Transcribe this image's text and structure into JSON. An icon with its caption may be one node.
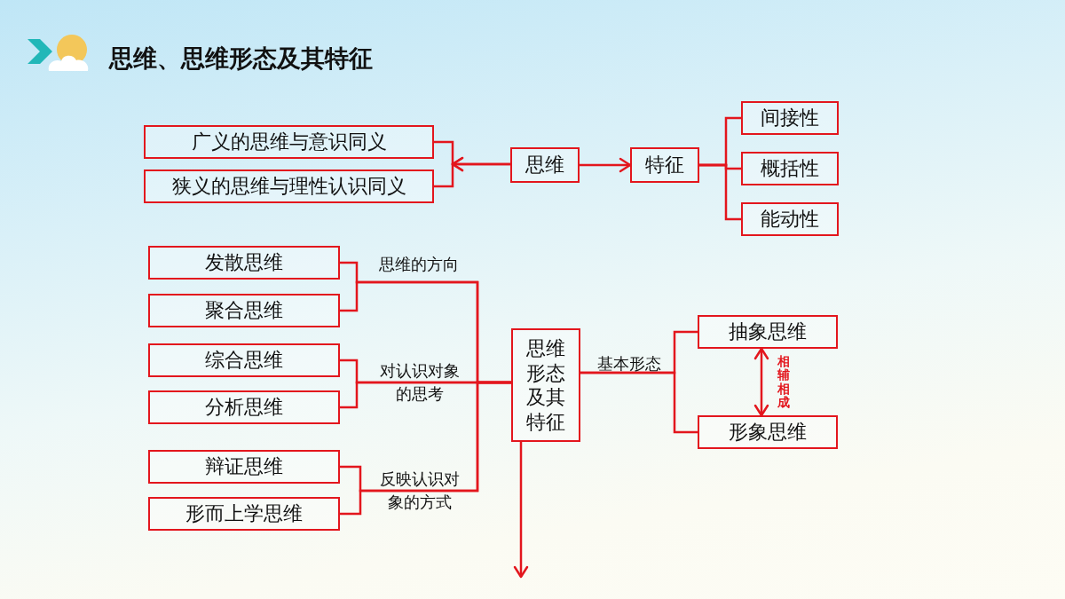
{
  "diagram": {
    "title": "思维、思维形态及其特征",
    "nodes": [
      {
        "text": [
          "广义的思维与意识同义"
        ]
      },
      {
        "text": [
          "狭义的思维与理性认识同义"
        ]
      },
      {
        "text": [
          "思维"
        ]
      },
      {
        "text": [
          "特征"
        ]
      },
      {
        "text": [
          "间接性"
        ]
      },
      {
        "text": [
          "概括性"
        ]
      },
      {
        "text": [
          "能动性"
        ]
      },
      {
        "text": [
          "发散思维"
        ]
      },
      {
        "text": [
          "聚合思维"
        ]
      },
      {
        "text": [
          "综合思维"
        ]
      },
      {
        "text": [
          "分析思维"
        ]
      },
      {
        "text": [
          "辩证思维"
        ]
      },
      {
        "text": [
          "形而上学思维"
        ]
      },
      {
        "text": [
          "思维形态及其特征"
        ]
      },
      {
        "text": [
          "抽象思维"
        ]
      },
      {
        "text": [
          "形象思维"
        ]
      }
    ],
    "edges": [
      {
        "from": 2,
        "to": 0,
        "arrow": "to"
      },
      {
        "from": 2,
        "to": 1,
        "arrow": "to"
      },
      {
        "from": 2,
        "to": 3,
        "arrow": "to"
      },
      {
        "from": 3,
        "to": 4,
        "arrow": "none"
      },
      {
        "from": 3,
        "to": 5,
        "arrow": "none"
      },
      {
        "from": 3,
        "to": 6,
        "arrow": "none"
      },
      {
        "from": 7,
        "to": 13,
        "arrow": "none",
        "label": "思维的方向"
      },
      {
        "from": 8,
        "to": 13,
        "arrow": "none"
      },
      {
        "from": 9,
        "to": 13,
        "arrow": "none",
        "label": "对认识对象的思考"
      },
      {
        "from": 10,
        "to": 13,
        "arrow": "none"
      },
      {
        "from": 11,
        "to": 13,
        "arrow": "none",
        "label": "反映认识对象的方式"
      },
      {
        "from": 12,
        "to": 13,
        "arrow": "none"
      },
      {
        "from": 13,
        "to": 14,
        "arrow": "none",
        "label": "基本形态"
      },
      {
        "from": 13,
        "to": 15,
        "arrow": "none"
      },
      {
        "from": 14,
        "to": 15,
        "arrow": "both",
        "label": "相辅相成"
      },
      {
        "from": 13,
        "to": null,
        "arrow": "to"
      }
    ]
  }
}
